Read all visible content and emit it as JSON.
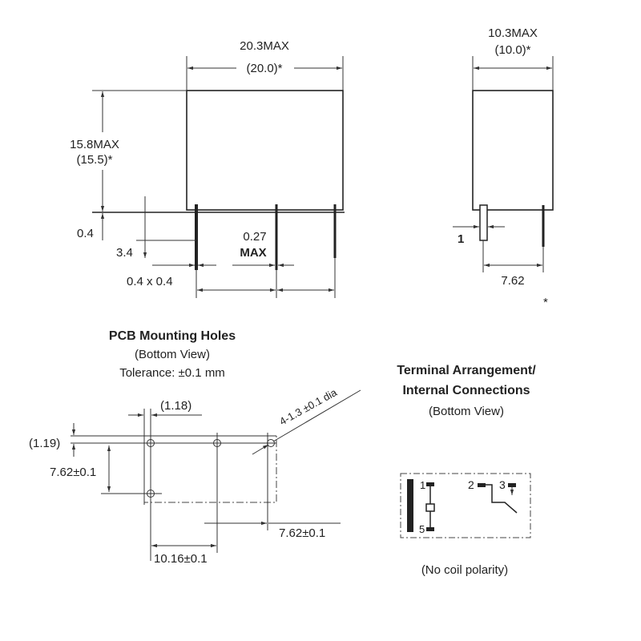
{
  "front_view": {
    "width_max": "20.3MAX",
    "width_nominal": "(20.0)*",
    "height_max": "15.8MAX",
    "height_nominal": "(15.5)*",
    "standoff": "0.4",
    "pin_length": "3.4",
    "pin_section": "0.4 x 0.4",
    "pin_tolerance_value": "0.27",
    "pin_tolerance_label": "MAX",
    "pitch_1": "10.16",
    "pitch_2": "7.62"
  },
  "side_view": {
    "width_max": "10.3MAX",
    "width_nominal": "(10.0)*",
    "pin_width": "1",
    "pitch": "7.62",
    "asterisk": "*"
  },
  "pcb": {
    "title": "PCB Mounting Holes",
    "subtitle": "(Bottom View)",
    "tolerance": "Tolerance: ±0.1 mm",
    "offset_x": "(1.18)",
    "offset_y": "(1.19)",
    "vertical_pitch": "7.62±0.1",
    "hole_spec": "4-1.3 ±0.1 dia",
    "horizontal_pitch_right": "7.62±0.1",
    "horizontal_pitch_left": "10.16±0.1"
  },
  "terminal": {
    "title_1": "Terminal Arrangement/",
    "title_2": "Internal Connections",
    "subtitle": "(Bottom View)",
    "pins": [
      "1",
      "5",
      "2",
      "3"
    ],
    "note": "(No coil polarity)"
  }
}
